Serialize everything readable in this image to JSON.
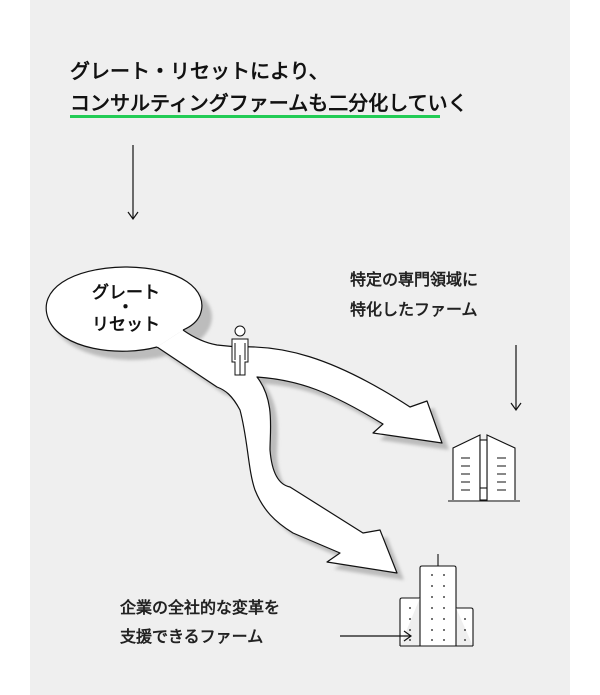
{
  "title": {
    "line1": "グレート・リセットにより、",
    "line2_highlight": "コンサルティングファームも二分化",
    "line2_rest": "していく"
  },
  "bubble": {
    "line1": "グレート",
    "dot": "・",
    "line2": "リセット"
  },
  "specialized_firm": {
    "line1": "特定の専門領域に",
    "line2": "特化したファーム"
  },
  "transformation_firm": {
    "line1": "企業の全社的な変革を",
    "line2": "支援できるファーム"
  },
  "colors": {
    "accent_underline": "#22cc55",
    "panel_background": "#efefef",
    "shadow": "#bcbcbc"
  }
}
